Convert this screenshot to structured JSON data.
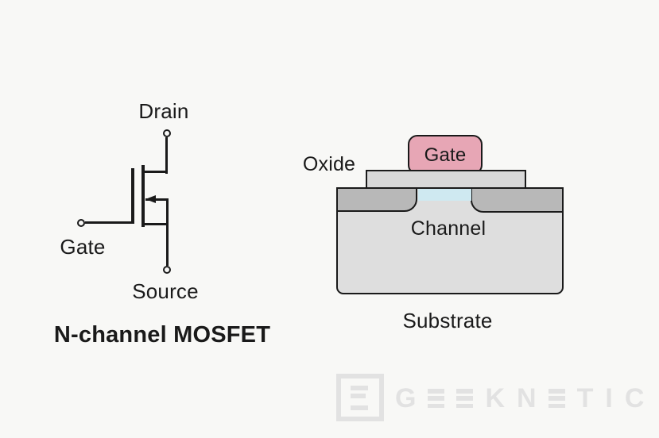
{
  "page": {
    "background": "#f8f8f6"
  },
  "colors": {
    "ink": "#1a1a1a",
    "gate_pink": "#e7a6b5",
    "oxide_gray": "#d8d8d8",
    "substrate_gray": "#dedede",
    "diffusion_gray": "#b8b8b8",
    "channel_blue": "#cfe9f1",
    "watermark_gray": "#e2e2e2",
    "bg": "#f8f8f6"
  },
  "schematic": {
    "caption": "N-channel MOSFET",
    "drain_label": "Drain",
    "gate_label": "Gate",
    "source_label": "Source"
  },
  "cross_section": {
    "gate_label": "Gate",
    "oxide_label": "Oxide",
    "channel_label": "Channel",
    "substrate_label": "Substrate"
  },
  "watermark": {
    "brand": "GEEKNETIC",
    "chars": [
      "G",
      "K",
      "N",
      "T",
      "I",
      "C"
    ]
  }
}
